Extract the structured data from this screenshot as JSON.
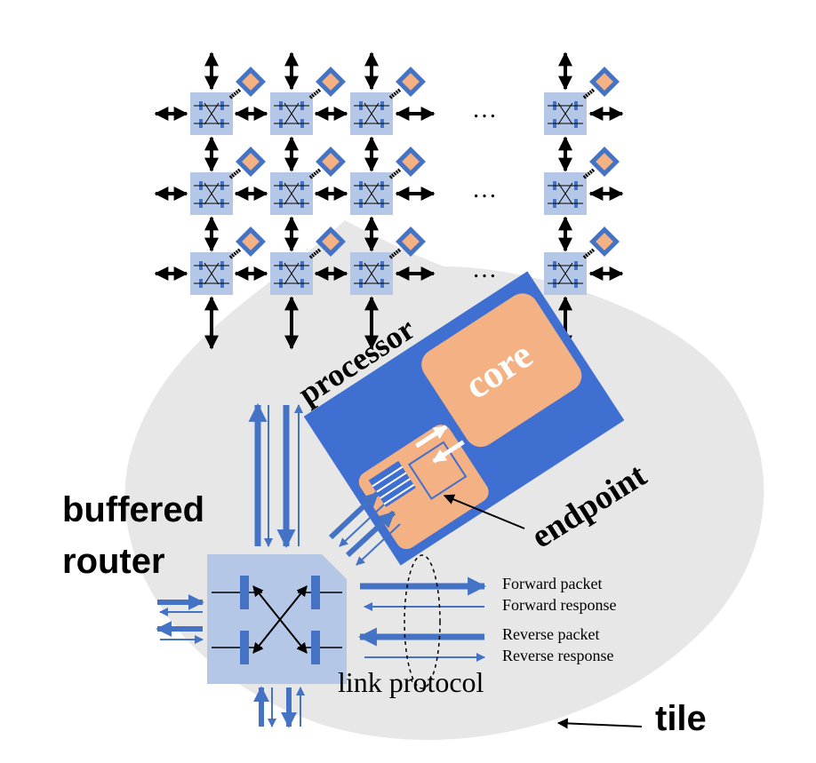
{
  "labels": {
    "ellipsis": "…",
    "processor": "processor",
    "core": "core",
    "endpoint": "endpoint",
    "buffered": "buffered",
    "router": "router",
    "forward_packet": "Forward packet",
    "forward_response": "Forward response",
    "reverse_packet": "Reverse packet",
    "reverse_response": "Reverse response",
    "link_protocol": "link protocol",
    "tile": "tile"
  },
  "colors": {
    "router_fill": "#b4c7e7",
    "link_blue": "#4472c4",
    "processor_blue": "#3f6fd0",
    "core_orange": "#f4b183",
    "tile_gray": "#e7e7e7",
    "black": "#000000"
  }
}
